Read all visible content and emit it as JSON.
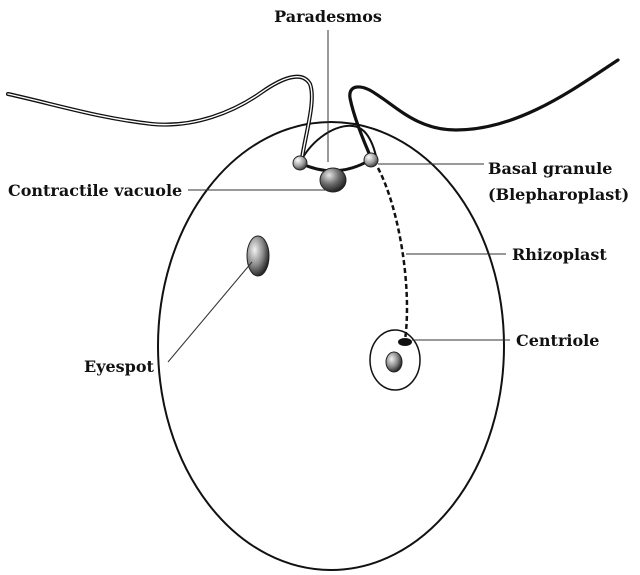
{
  "labels": {
    "paradesmos": "Paradesmos",
    "contractile_vacuole": "Contractile vacuole",
    "basal_granule": "Basal granule",
    "blepharoplast": "(Blepharoplast)",
    "rhizoplast": "Rhizoplast",
    "eyespot": "Eyespot",
    "centriole": "Centriole"
  }
}
